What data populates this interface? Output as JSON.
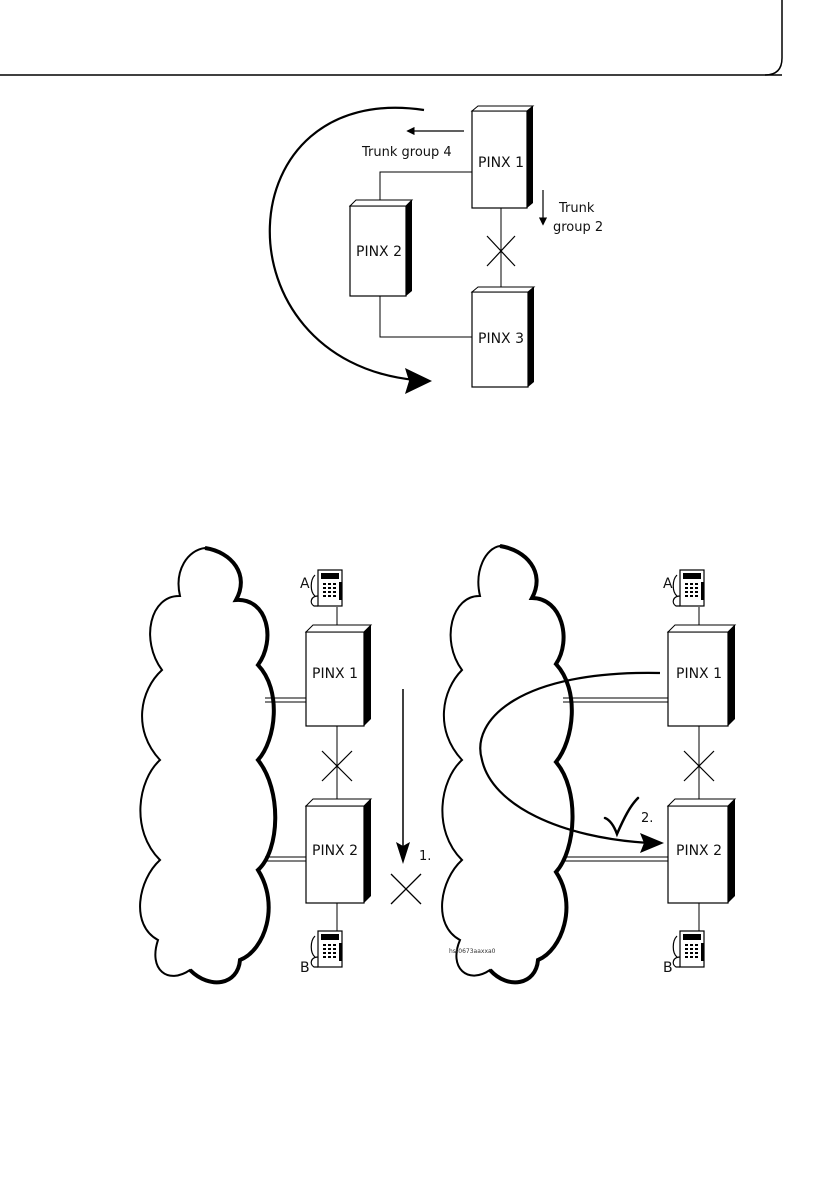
{
  "header": {
    "rule_color": "#000000"
  },
  "figure1": {
    "nodes": {
      "pinx1": "PINX 1",
      "pinx2": "PINX 2",
      "pinx3": "PINX 3"
    },
    "trunk_group_4": "Trunk group 4",
    "trunk_group_2_line1": "Trunk",
    "trunk_group_2_line2": "group 2"
  },
  "figure2": {
    "left": {
      "pinx1": "PINX 1",
      "pinx2": "PINX 2",
      "phone_a": "A",
      "phone_b": "B",
      "step": "1."
    },
    "right": {
      "pinx1": "PINX 1",
      "pinx2": "PINX 2",
      "phone_a": "A",
      "phone_b": "B",
      "step": "2.",
      "image_code": "hst0673aaxxa0"
    }
  },
  "icons": {
    "cross": "cross-icon",
    "check": "checkmark-icon",
    "phone": "telephone-icon",
    "cloud": "cloud-icon"
  }
}
